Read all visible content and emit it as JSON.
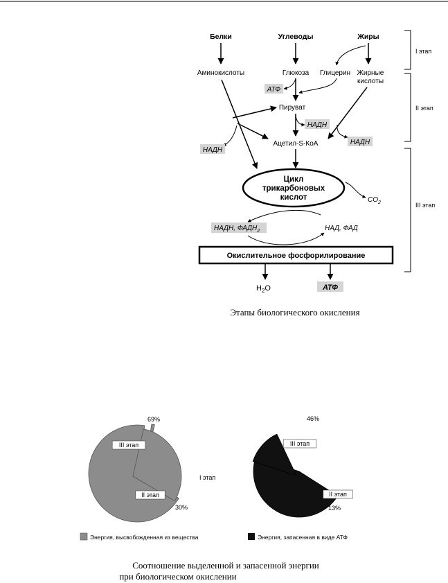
{
  "diagram": {
    "nodes": {
      "proteins": "Белки",
      "carbs": "Углеводы",
      "fats": "Жиры",
      "amino": "Аминокислоты",
      "glucose": "Глюкоза",
      "glycerol": "Глицерин",
      "fatty1": "Жирные",
      "fatty2": "кислоты",
      "pyruvate": "Пируват",
      "acetyl": "Ацетил-S-КоА",
      "tca1": "Цикл",
      "tca2": "трикарбоновых",
      "tca3": "кислот",
      "oxphos": "Окислительное фосфорилирование"
    },
    "badges": {
      "atp1": "АТФ",
      "nadh1": "НАДН",
      "nadh2": "НАДН",
      "nadh3": "НАДН",
      "nadh_fadh": "НАДН, ФАДН",
      "nadh_fadh_sub": "2",
      "nad_fad": "НАД, ФАД",
      "atp_final": "АТФ"
    },
    "products": {
      "co2": "CO",
      "co2_sub": "2",
      "h2o_h": "H",
      "h2o_sub": "2",
      "h2o_o": "O"
    },
    "stages": [
      "I этап",
      "II этап",
      "III этап"
    ],
    "caption": "Этапы биологического окисления"
  },
  "chart_data": [
    {
      "type": "pie",
      "title": "",
      "slices": [
        {
          "label": "III этап",
          "value": 69,
          "percent_label": "69%"
        },
        {
          "label": "I этап",
          "value": 1,
          "percent_label": ""
        },
        {
          "label": "II этап",
          "value": 30,
          "percent_label": "30%"
        }
      ],
      "color": "#8c8c8c",
      "legend": "Энергия, высвобожденная из вещества"
    },
    {
      "type": "pie",
      "title": "",
      "slices": [
        {
          "label": "III этап",
          "value": 46,
          "percent_label": "46%"
        },
        {
          "label": "II этап",
          "value": 13,
          "percent_label": "13%"
        }
      ],
      "color": "#111111",
      "legend": "Энергия, запасенная в виде АТФ"
    }
  ],
  "charts_caption": {
    "line1": "Соотношение выделенной и запасенной энергии",
    "line2": "при биологическом окислении"
  }
}
